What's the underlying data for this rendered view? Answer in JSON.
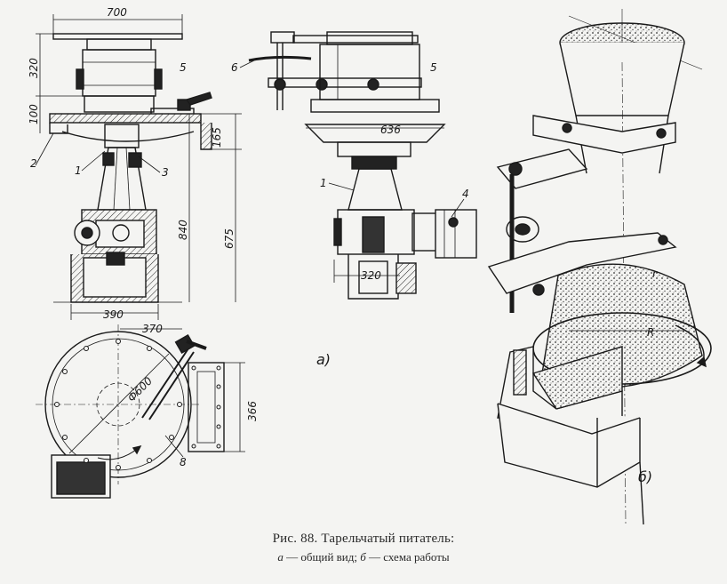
{
  "dimensions": {
    "d700": "700",
    "d320_left": "320",
    "d100": "100",
    "d165": "165",
    "d840": "840",
    "d675": "675",
    "d390": "390",
    "d370": "370",
    "d600": "Ф600",
    "d366": "366",
    "d636": "636",
    "d320_right": "320"
  },
  "part_labels": {
    "p1a": "1",
    "p2": "2",
    "p3": "3",
    "p5a": "5",
    "p6": "6",
    "p5b": "5",
    "p1b": "1",
    "p4": "4",
    "p8": "8",
    "pR": "R",
    "pr": "r"
  },
  "view_labels": {
    "a": "а)",
    "b": "б)"
  },
  "caption": {
    "title": "Рис. 88. Тарельчатый питатель:",
    "line2_a": "а",
    "line2_a_text": " — общий вид; ",
    "line2_b": "б",
    "line2_b_text": " — схема работы"
  }
}
